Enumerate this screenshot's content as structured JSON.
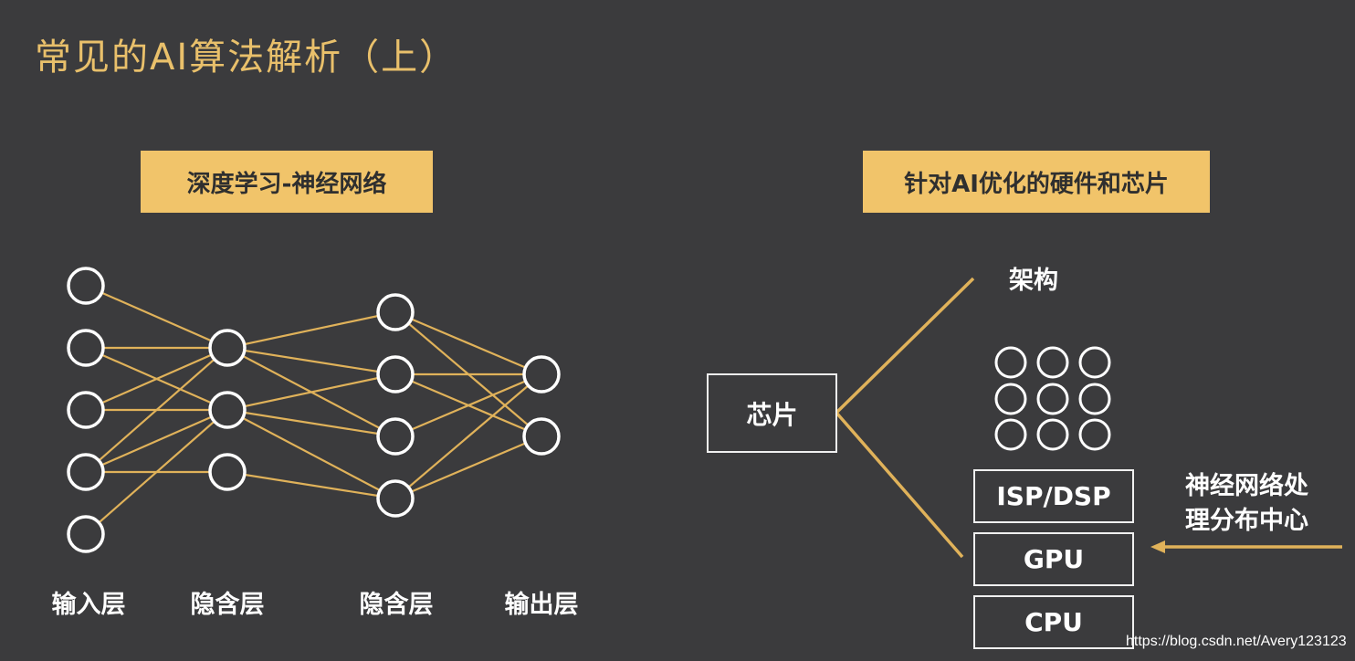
{
  "title": "常见的AI算法解析（上）",
  "left_tag": "深度学习-神经网络",
  "right_tag": "针对AI优化的硬件和芯片",
  "layers": {
    "input": "输入层",
    "hidden1": "隐含层",
    "hidden2": "隐含层",
    "output": "输出层"
  },
  "chip": {
    "label": "芯片",
    "architecture": "架构",
    "isp": "ISP/DSP",
    "gpu": "GPU",
    "cpu": "CPU",
    "npu_line1": "神经网络处",
    "npu_line2": "理分布中心"
  },
  "watermark": "https://blog.csdn.net/Avery123123",
  "colors": {
    "background": "#3b3b3d",
    "accent": "#e9c06b",
    "line": "#e0b25a",
    "node": "#ffffff"
  }
}
